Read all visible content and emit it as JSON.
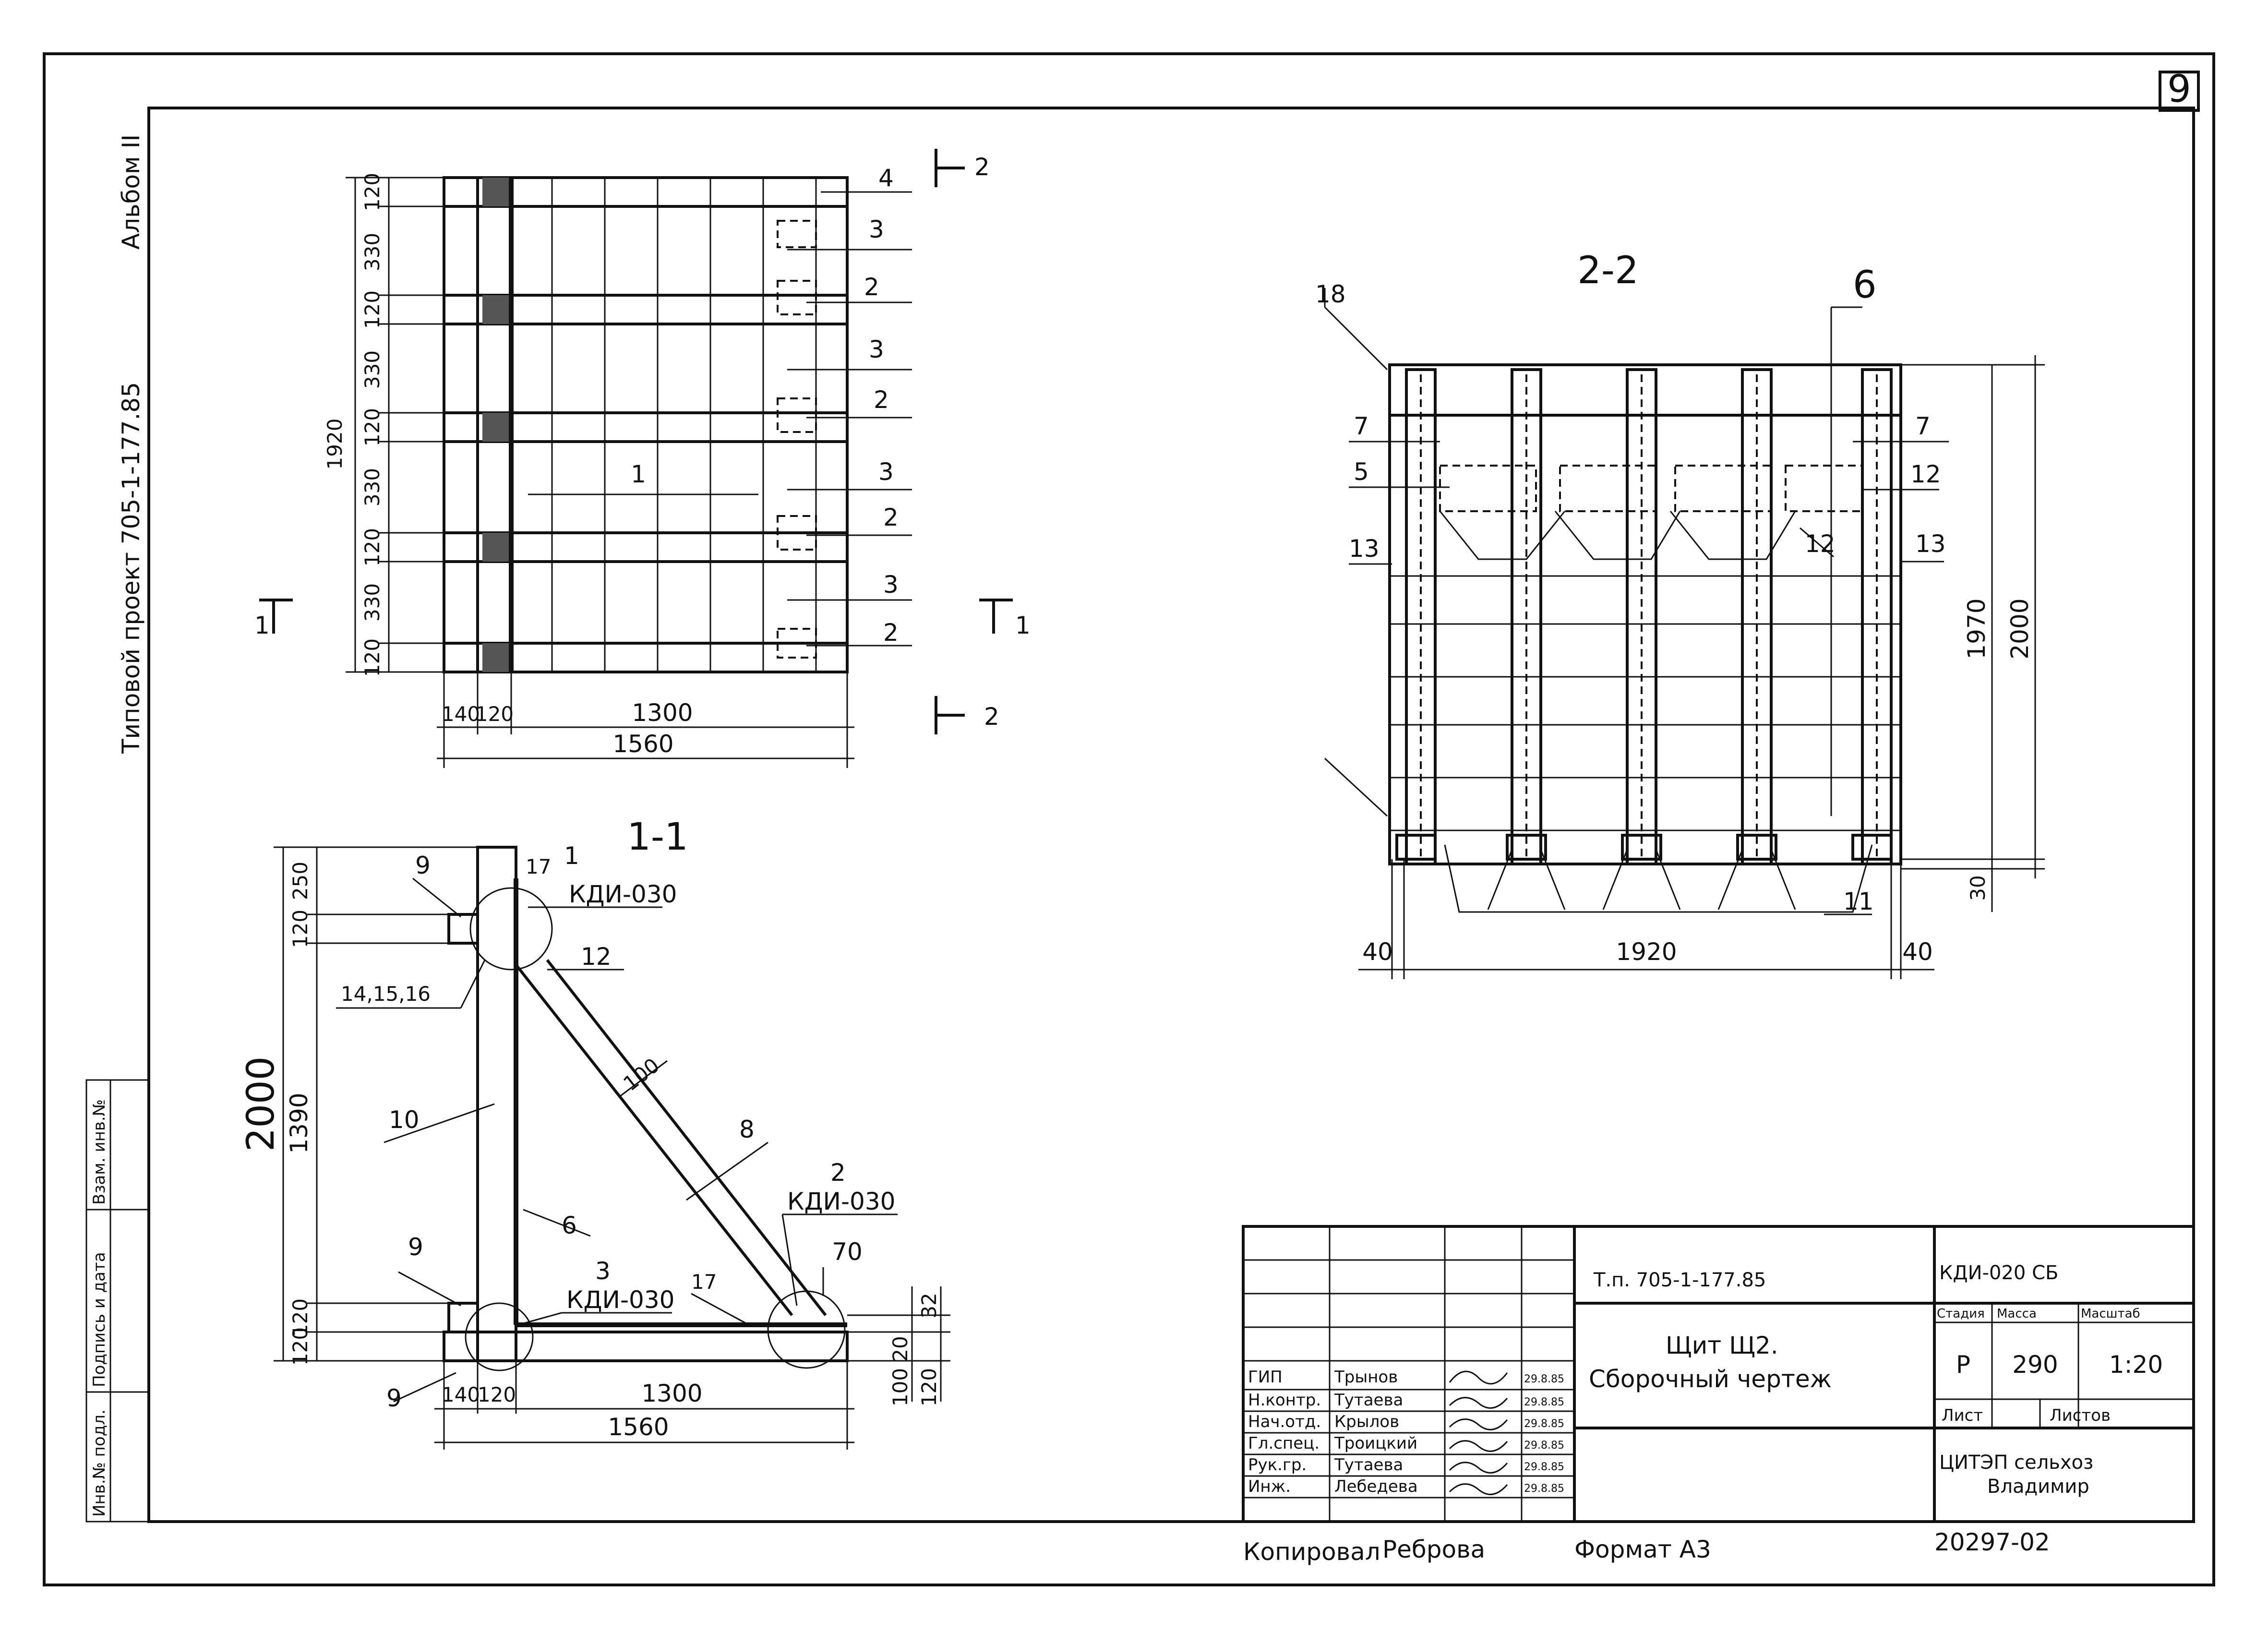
{
  "sheet_number": "9",
  "side_stamp": {
    "project": "Типовой проект  705-1-177.85",
    "album": "Альбом II",
    "cols": [
      "Инв.№ подл.",
      "Подпись и дата",
      "Взам. инв.№"
    ]
  },
  "plan_view": {
    "dims_left": [
      "120",
      "330",
      "120",
      "330",
      "120",
      "330",
      "120",
      "330",
      "120"
    ],
    "total_left": "1920",
    "dims_bottom": [
      "140",
      "120",
      "1300"
    ],
    "total_bottom": "1560",
    "callouts": [
      "4",
      "3",
      "2",
      "3",
      "2",
      "3",
      "2",
      "3",
      "2"
    ],
    "center_callout": "1",
    "section_1_left": "1",
    "section_1_right": "1",
    "section_2_top": "2",
    "section_2_bottom": "2"
  },
  "section_11": {
    "title": "1-1",
    "dims_left": [
      "250",
      "120",
      "1390",
      "120",
      "120"
    ],
    "total_left": "2000",
    "dims_bottom": [
      "140",
      "120",
      "1300"
    ],
    "total_bottom": "1560",
    "dims_right": [
      "32",
      "20",
      "100",
      "120"
    ],
    "dim_brace": "100",
    "dim_70": "70",
    "labels": {
      "l9a": "9",
      "l17a": "17",
      "l1": "1",
      "kdi1": "КДИ-030",
      "l12": "12",
      "l141516": "14,15,16",
      "l10": "10",
      "l8": "8",
      "l2": "2",
      "kdi2": "КДИ-030",
      "l6": "6",
      "l9b": "9",
      "l3": "3",
      "kdi3": "КДИ-030",
      "l17b": "17",
      "l9c": "9"
    }
  },
  "section_22": {
    "title": "2-2",
    "labels": {
      "l18": "18",
      "l6": "6",
      "l7a": "7",
      "l7b": "7",
      "l5": "5",
      "l12a": "12",
      "l12b": "12",
      "l13a": "13",
      "l13b": "13",
      "l11": "11"
    },
    "dims_bottom": [
      "40",
      "1920",
      "40"
    ],
    "dims_right": [
      "1970",
      "2000",
      "30"
    ]
  },
  "title_block": {
    "doc_code": "Т.п. 705-1-177.85",
    "drawing_code": "КДИ-020 СБ",
    "title_line1": "Щит Щ2.",
    "title_line2": "Сборочный чертеж",
    "stage_header": "Стадия",
    "mass_header": "Масса",
    "scale_header": "Масштаб",
    "stage": "Р",
    "mass": "290",
    "scale": "1:20",
    "sheet_header": "Лист",
    "sheets_header": "Листов",
    "org_line1": "ЦИТЭП сельхоз",
    "org_line2": "Владимир",
    "roles": [
      {
        "role": "ГИП",
        "name": "Трынов",
        "date": "29.8.85"
      },
      {
        "role": "Н.контр.",
        "name": "Тутаева",
        "date": "29.8.85"
      },
      {
        "role": "Нач.отд.",
        "name": "Крылов",
        "date": "29.8.85"
      },
      {
        "role": "Гл.спец.",
        "name": "Троицкий",
        "date": "29.8.85"
      },
      {
        "role": "Рук.гр.",
        "name": "Тутаева",
        "date": "29.8.85"
      },
      {
        "role": "Инж.",
        "name": "Лебедева",
        "date": "29.8.85"
      }
    ]
  },
  "footer": {
    "copied": "Копировал",
    "copier": "Реброва",
    "format": "Формат А3",
    "number": "20297-02"
  }
}
